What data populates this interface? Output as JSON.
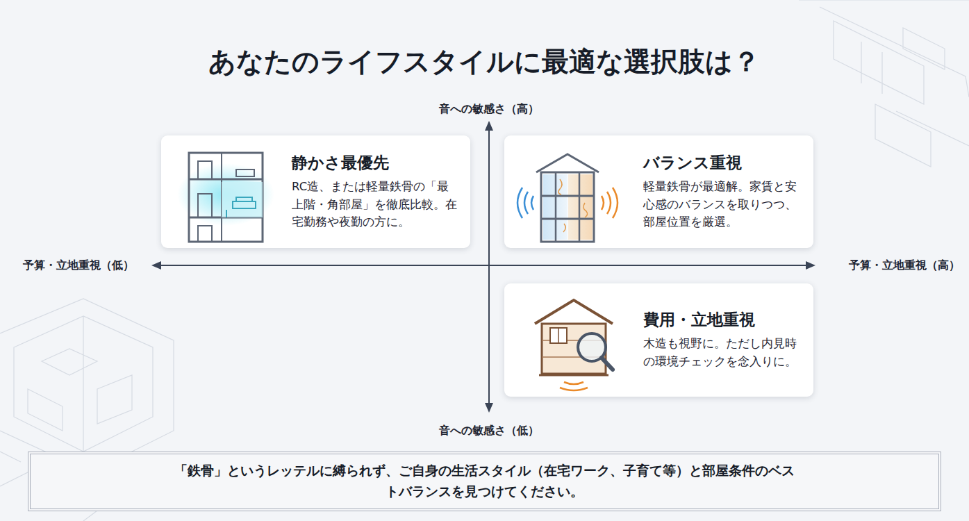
{
  "diagram": {
    "title": "あなたのライフスタイルに最適な選択肢は？",
    "nodes": [
      {
        "text": [
          "静かさ最優先",
          "RC造、または軽量鉄骨の「最上階・角部屋」を徹底比較。在宅勤務や夜勤の方に。"
        ]
      },
      {
        "text": [
          "バランス重視",
          "軽量鉄骨が最適解。家賃と安心感のバランスを取りつつ、部屋位置を厳選。"
        ]
      },
      {
        "text": [
          "費用・立地重視",
          "木造も視野に。ただし内見時の環境チェックを念入りに。"
        ]
      },
      {
        "text": [
          "「鉄骨」というレッテルに縛られず、ご自身の生活スタイル（在宅ワーク、子育て等）と部屋条件のベストバランスを見つけてください。"
        ]
      }
    ],
    "labels": [
      "音への敏感さ（高）",
      "予算・立地重視（低）",
      "予算・立地重視（高）",
      "音への敏感さ（低）"
    ]
  }
}
